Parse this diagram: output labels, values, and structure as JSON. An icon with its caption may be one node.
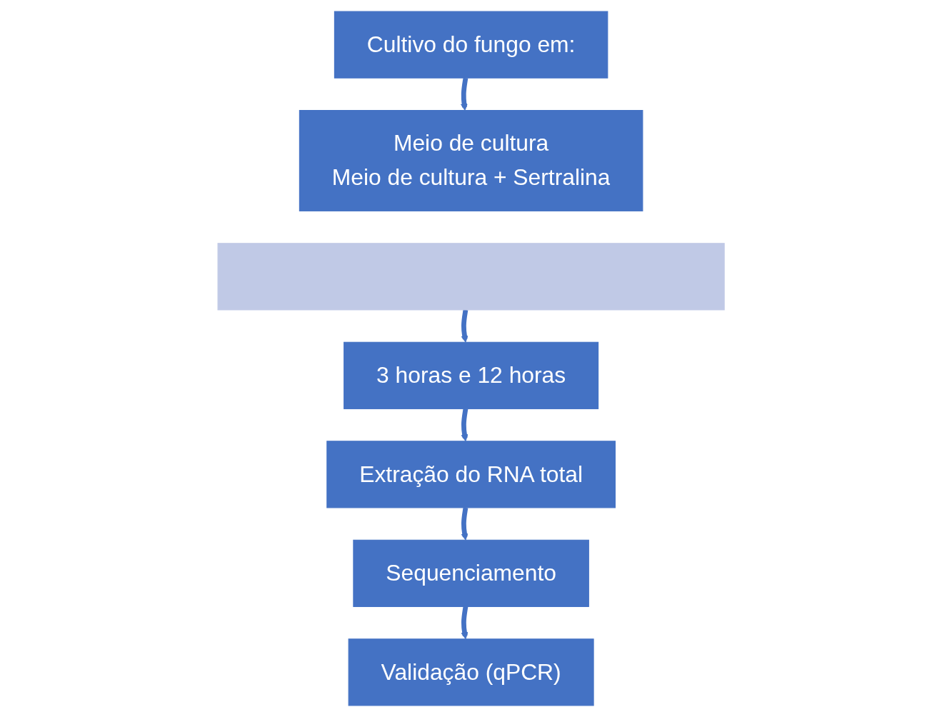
{
  "diagram": {
    "nodes": [
      {
        "text": [
          "Cultivo do fungo em:"
        ]
      },
      {
        "text": [
          "Meio de cultura",
          "Meio de cultura + Sertralina"
        ]
      },
      {
        "text": [],
        "shape": "bar"
      },
      {
        "text": [
          "3 horas e 12 horas"
        ]
      },
      {
        "text": [
          "Extração do RNA total"
        ]
      },
      {
        "text": [
          "Sequenciamento"
        ]
      },
      {
        "text": [
          "Validação (qPCR)"
        ]
      }
    ],
    "edges": [
      {
        "from": 0,
        "to": 1,
        "arrow": "to"
      },
      {
        "from": 2,
        "to": 3,
        "arrow": "to"
      },
      {
        "from": 3,
        "to": 4,
        "arrow": "to"
      },
      {
        "from": 4,
        "to": 5,
        "arrow": "to"
      },
      {
        "from": 5,
        "to": 6,
        "arrow": "to"
      }
    ]
  }
}
